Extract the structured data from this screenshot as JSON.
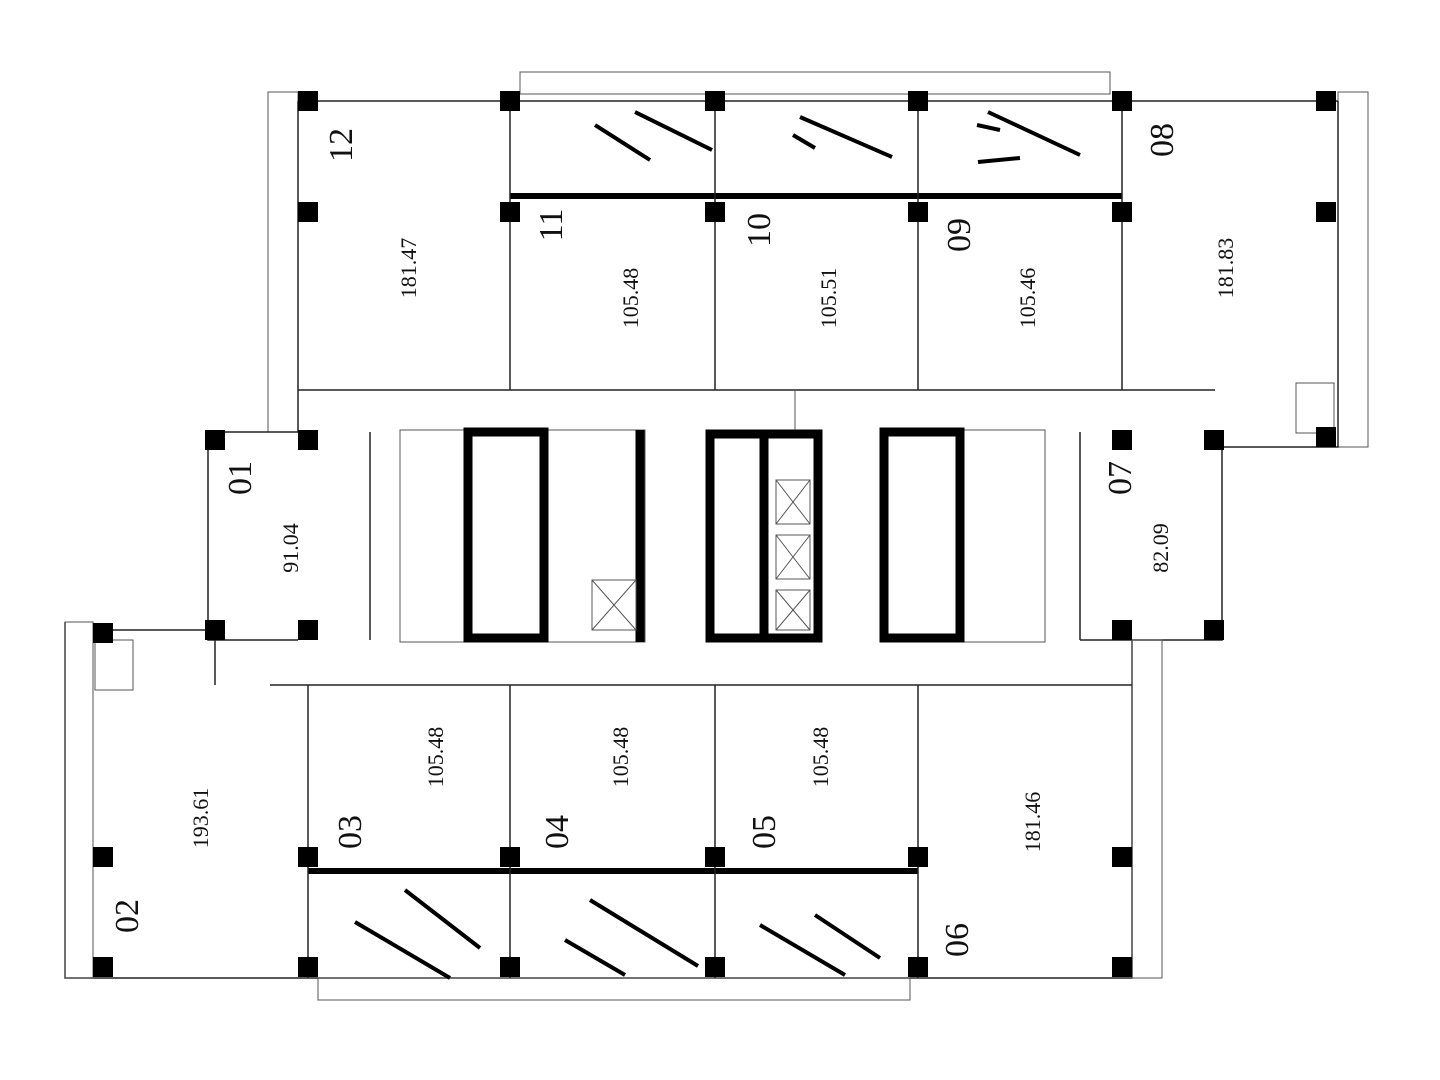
{
  "plan": {
    "units": [
      {
        "id": "12",
        "area": "181.47"
      },
      {
        "id": "11",
        "area": "105.48"
      },
      {
        "id": "10",
        "area": "105.51"
      },
      {
        "id": "09",
        "area": "105.46"
      },
      {
        "id": "08",
        "area": "181.83"
      },
      {
        "id": "01",
        "area": "91.04"
      },
      {
        "id": "07",
        "area": "82.09"
      },
      {
        "id": "02",
        "area": "193.61"
      },
      {
        "id": "03",
        "area": "105.48"
      },
      {
        "id": "04",
        "area": "105.48"
      },
      {
        "id": "05",
        "area": "105.48"
      },
      {
        "id": "06",
        "area": "181.46"
      }
    ]
  }
}
